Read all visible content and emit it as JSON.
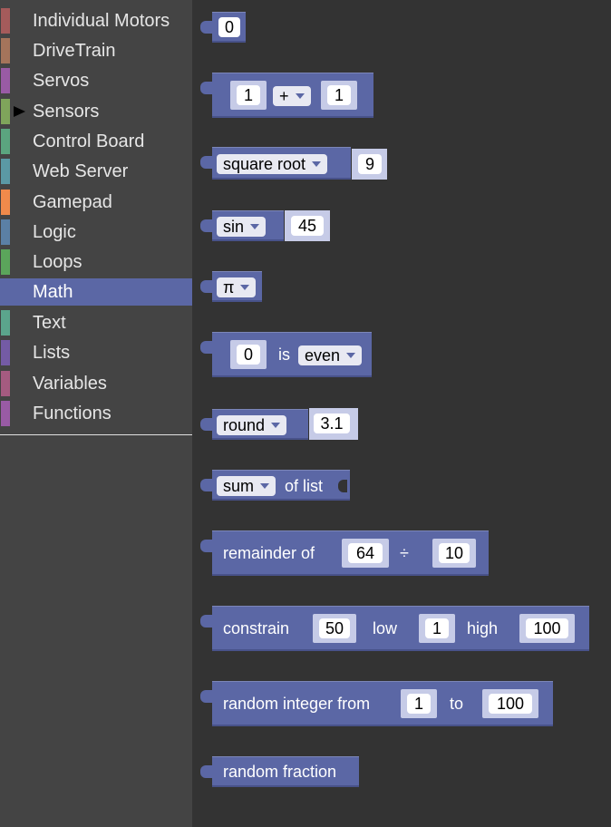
{
  "toolbox": {
    "categories": [
      {
        "label": "Individual Motors",
        "color": "#a55b5b"
      },
      {
        "label": "DriveTrain",
        "color": "#a5745b"
      },
      {
        "label": "Servos",
        "color": "#995ba5"
      },
      {
        "label": "Sensors",
        "color": "#7fa55b"
      },
      {
        "label": "Control Board",
        "color": "#5ba57f"
      },
      {
        "label": "Web Server",
        "color": "#5b99a5"
      },
      {
        "label": "Gamepad",
        "color": "#f08a4b"
      },
      {
        "label": "Logic",
        "color": "#5b80a5"
      },
      {
        "label": "Loops",
        "color": "#5ba55b"
      },
      {
        "label": "Math",
        "color": "#5b67a5"
      },
      {
        "label": "Text",
        "color": "#5ba58c"
      },
      {
        "label": "Lists",
        "color": "#745ba5"
      },
      {
        "label": "Variables",
        "color": "#a55b80"
      },
      {
        "label": "Functions",
        "color": "#995ba5"
      }
    ],
    "selected": "Math"
  },
  "blocks": {
    "number": {
      "value": "0"
    },
    "arithmetic": {
      "a": "1",
      "op": "+",
      "b": "1"
    },
    "single": {
      "op": "square root",
      "value": "9"
    },
    "trig": {
      "op": "sin",
      "value": "45"
    },
    "constant": {
      "value": "π"
    },
    "property": {
      "value": "0",
      "label": "is",
      "prop": "even"
    },
    "round": {
      "op": "round",
      "value": "3.1"
    },
    "on_list": {
      "op": "sum",
      "label": "of list"
    },
    "modulo": {
      "label": "remainder of",
      "dividend": "64",
      "sym": "÷",
      "divisor": "10"
    },
    "constrain": {
      "label": "constrain",
      "value": "50",
      "low_label": "low",
      "low": "1",
      "high_label": "high",
      "high": "100"
    },
    "random_int": {
      "label": "random integer from",
      "from": "1",
      "to_label": "to",
      "to": "100"
    },
    "random_fraction": {
      "label": "random fraction"
    }
  },
  "colors": {
    "math_block": "#5b67a5",
    "workspace": "#333333",
    "toolbox": "#444444"
  }
}
